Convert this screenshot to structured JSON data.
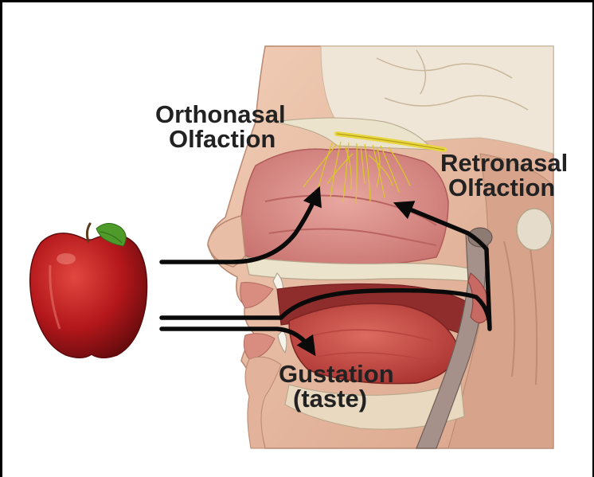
{
  "labels": {
    "orthonasal": {
      "line1": "Orthonasal",
      "line2": "Olfaction"
    },
    "retronasal": {
      "line1": "Retronasal",
      "line2": "Olfaction"
    },
    "gustation": {
      "line1": "Gustation",
      "line2": "(taste)"
    }
  },
  "colors": {
    "arrow": "#0a0a0a",
    "apple_red": "#b3171b",
    "apple_leaf": "#4e9a2a",
    "skin": "#e8b89c",
    "nasal_cavity": "#d98a86",
    "tongue": "#c8443f",
    "nerve": "#e8d640",
    "bone": "#ece3cc"
  }
}
